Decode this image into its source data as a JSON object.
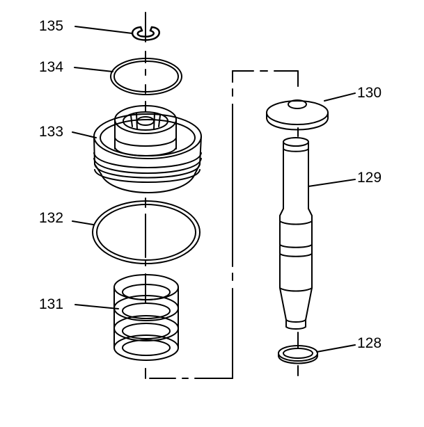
{
  "callouts": [
    {
      "id": "135",
      "label": "135"
    },
    {
      "id": "134",
      "label": "134"
    },
    {
      "id": "133",
      "label": "133"
    },
    {
      "id": "132",
      "label": "132"
    },
    {
      "id": "131",
      "label": "131"
    },
    {
      "id": "130",
      "label": "130"
    },
    {
      "id": "129",
      "label": "129"
    },
    {
      "id": "128",
      "label": "128"
    }
  ],
  "colors": {
    "line": "#000000",
    "fill": "#ffffff"
  }
}
